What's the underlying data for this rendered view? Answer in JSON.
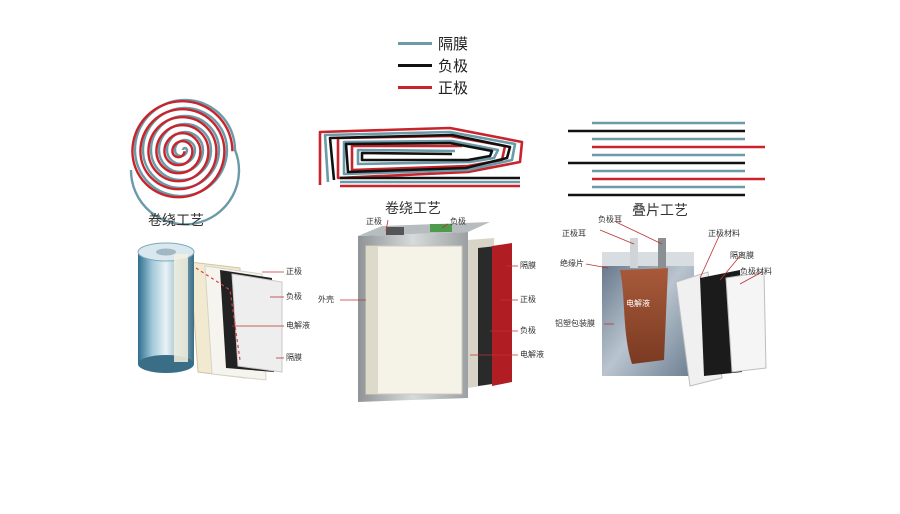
{
  "legend": [
    {
      "label": "隔膜",
      "color": "#6b9aa8"
    },
    {
      "label": "负极",
      "color": "#111111"
    },
    {
      "label": "正极",
      "color": "#c8242b"
    }
  ],
  "captions": {
    "winding_left": "卷绕工艺",
    "winding_middle": "卷绕工艺",
    "stacking": "叠片工艺"
  },
  "cylinder_labels": {
    "positive": "正极",
    "negative": "负极",
    "electrolyte": "电解液",
    "separator": "隔膜"
  },
  "prismatic_labels": {
    "positive_top": "正极",
    "negative_top": "负极",
    "casing": "外壳",
    "separator": "隔膜",
    "positive": "正极",
    "negative": "负极",
    "electrolyte": "电解液"
  },
  "pouch_labels": {
    "negative_tab": "负极耳",
    "positive_tab": "正极耳",
    "positive_material": "正极材料",
    "separator": "隔离膜",
    "negative_material": "负极材料",
    "insulation": "绝缘片",
    "electrolyte": "电解液",
    "laminate_film": "铝塑包装膜"
  },
  "colors": {
    "separator": "#6b9aa8",
    "anode": "#111111",
    "cathode": "#c8242b"
  }
}
